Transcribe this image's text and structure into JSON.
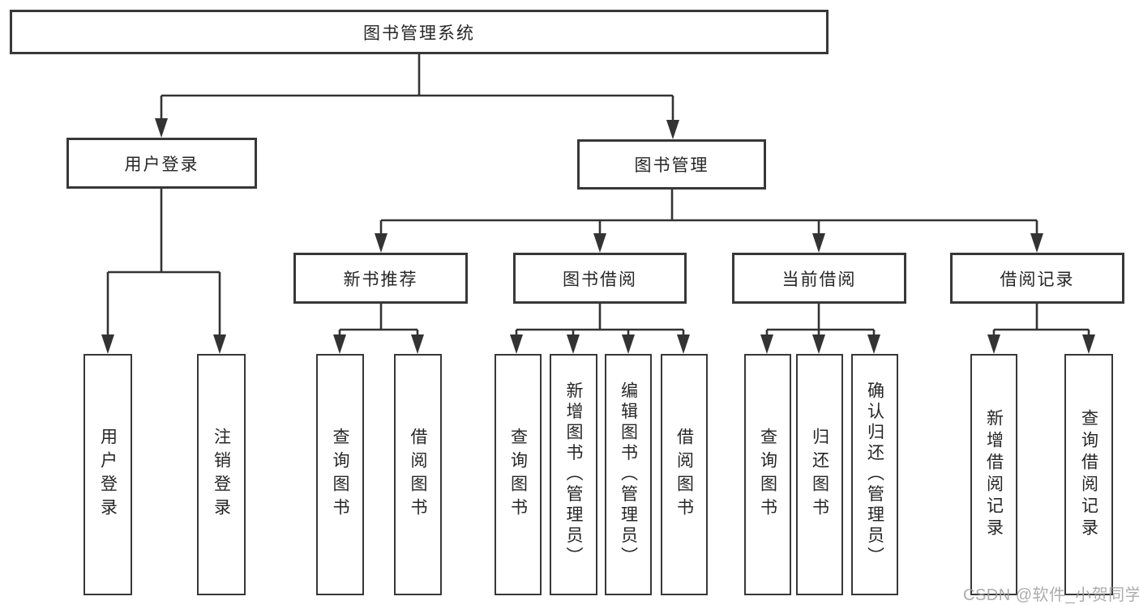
{
  "diagram_title": "图书管理系统",
  "tree": {
    "root": "图书管理系统",
    "children": [
      {
        "label": "用户登录",
        "children": [
          "用户登录",
          "注销登录"
        ]
      },
      {
        "label": "图书管理",
        "children": [
          {
            "label": "新书推荐",
            "children": [
              "查询图书",
              "借阅图书"
            ]
          },
          {
            "label": "图书借阅",
            "children": [
              "查询图书",
              "新增图书（管理员）",
              "编辑图书（管理员）",
              "借阅图书"
            ]
          },
          {
            "label": "当前借阅",
            "children": [
              "查询图书",
              "归还图书",
              "确认归还（管理员）"
            ]
          },
          {
            "label": "借阅记录",
            "children": [
              "新增借阅记录",
              "查询借阅记录"
            ]
          }
        ]
      }
    ]
  },
  "watermark": "CSDN @软件_小贺同学",
  "colors": {
    "line": "#333333",
    "box_border": "#383838",
    "text": "#262626",
    "watermark": "#9e9e9e",
    "background": "#ffffff"
  }
}
